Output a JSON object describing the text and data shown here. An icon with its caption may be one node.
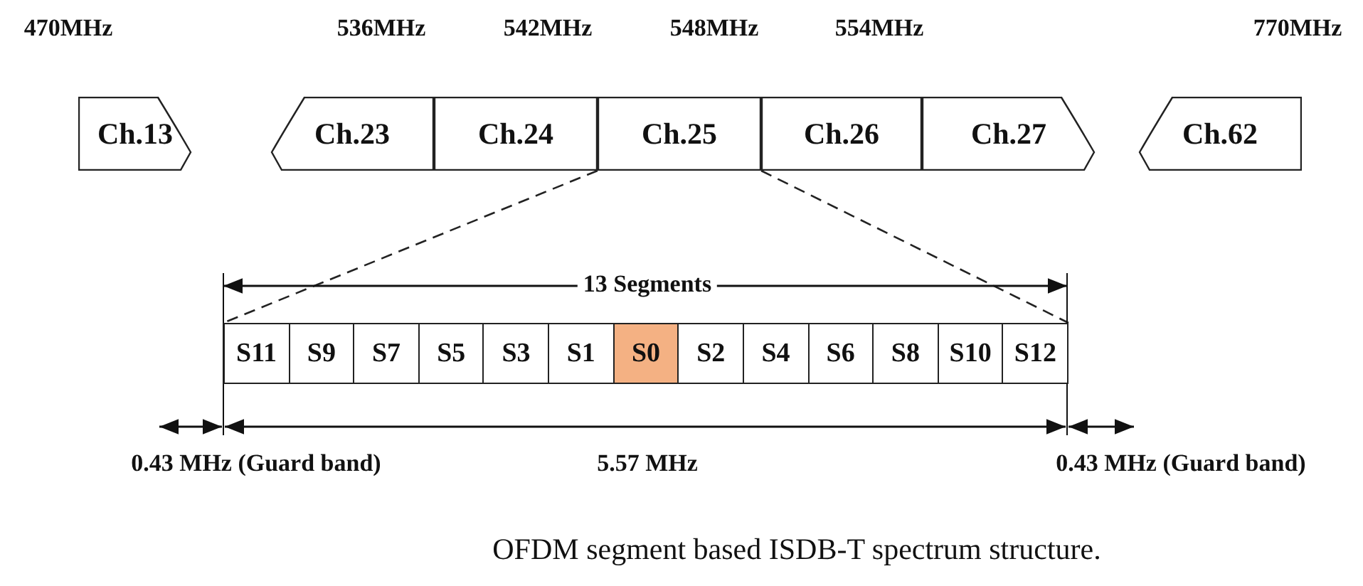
{
  "diagram": {
    "caption": "OFDM segment based ISDB-T spectrum structure.",
    "nodes": [
      {
        "text": [
          "Ch.13"
        ]
      },
      {
        "text": [
          "Ch.23"
        ]
      },
      {
        "text": [
          "Ch.24"
        ]
      },
      {
        "text": [
          "Ch.25"
        ]
      },
      {
        "text": [
          "Ch.26"
        ]
      },
      {
        "text": [
          "Ch.27"
        ]
      },
      {
        "text": [
          "Ch.62"
        ]
      },
      {
        "text": [
          "S11"
        ]
      },
      {
        "text": [
          "S9"
        ]
      },
      {
        "text": [
          "S7"
        ]
      },
      {
        "text": [
          "S5"
        ]
      },
      {
        "text": [
          "S3"
        ]
      },
      {
        "text": [
          "S1"
        ]
      },
      {
        "text": [
          "S0"
        ]
      },
      {
        "text": [
          "S2"
        ]
      },
      {
        "text": [
          "S4"
        ]
      },
      {
        "text": [
          "S6"
        ]
      },
      {
        "text": [
          "S8"
        ]
      },
      {
        "text": [
          "S10"
        ]
      },
      {
        "text": [
          "S12"
        ]
      }
    ],
    "edges": [
      {
        "from": 3,
        "to": 7,
        "arrow": "none",
        "style": "dashed"
      },
      {
        "from": 3,
        "to": 19,
        "arrow": "none",
        "style": "dashed"
      }
    ],
    "labels": [
      "470MHz",
      "536MHz",
      "542MHz",
      "548MHz",
      "554MHz",
      "770MHz",
      "13 Segments",
      "0.43 MHz (Guard band)",
      "5.57 MHz",
      "0.43 MHz (Guard band)"
    ]
  }
}
